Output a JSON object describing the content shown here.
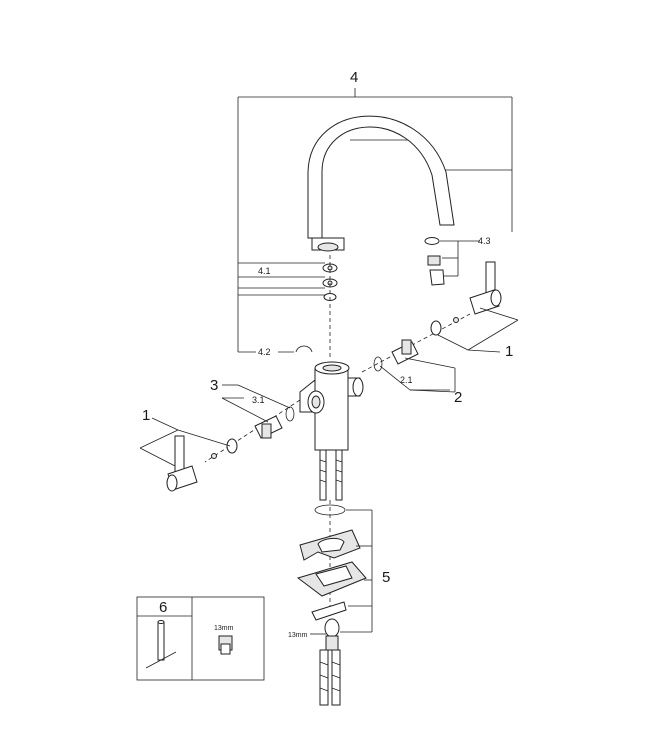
{
  "callouts": {
    "assembly_4": "4",
    "sub_4_1": "4.1",
    "sub_4_2": "4.2",
    "sub_4_3": "4.3",
    "handle_right": "1",
    "cartridge_right": "2",
    "sub_2_1": "2.1",
    "cartridge_left": "3",
    "sub_3_1": "3.1",
    "handle_left": "1",
    "mounting_kit": "5",
    "tool_box": "6"
  },
  "dimensions": {
    "wrench_size_box": "13mm",
    "wrench_size_hose": "13mm"
  },
  "colors": {
    "line": "#222222",
    "shade": "#e6e6e6",
    "background": "#ffffff"
  }
}
